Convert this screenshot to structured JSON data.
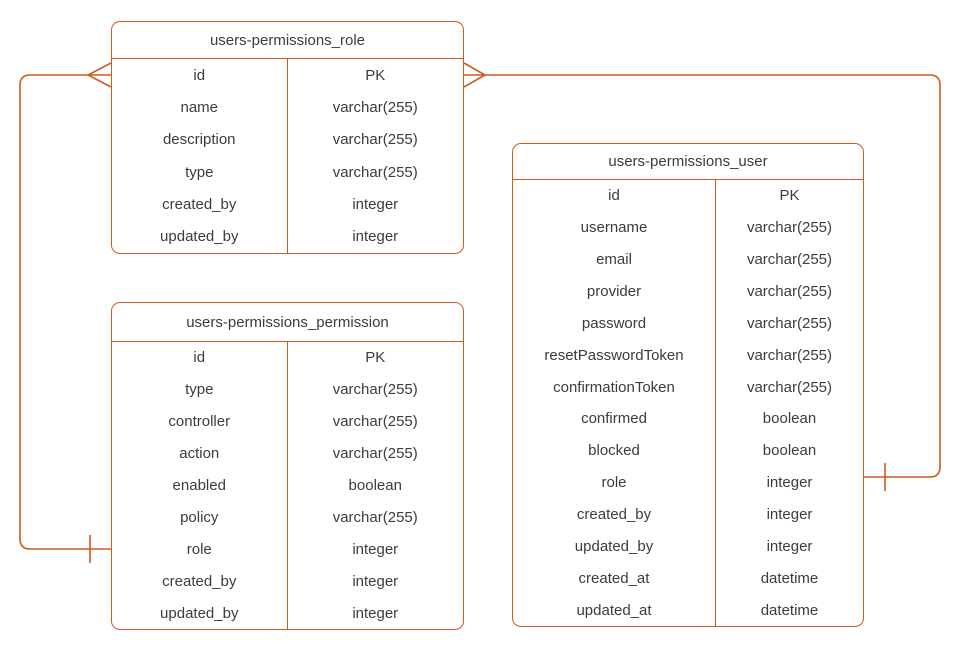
{
  "diagram": {
    "type": "entity-relationship",
    "colors": {
      "stroke": "#CC5B1F",
      "text": "#3C3C3C",
      "background": "#FFFFFF"
    },
    "tables": [
      {
        "title": "users-permissions_role",
        "fields": [
          {
            "name": "id",
            "type": "PK"
          },
          {
            "name": "name",
            "type": "varchar(255)"
          },
          {
            "name": "description",
            "type": "varchar(255)"
          },
          {
            "name": "type",
            "type": "varchar(255)"
          },
          {
            "name": "created_by",
            "type": "integer"
          },
          {
            "name": "updated_by",
            "type": "integer"
          }
        ]
      },
      {
        "title": "users-permissions_permission",
        "fields": [
          {
            "name": "id",
            "type": "PK"
          },
          {
            "name": "type",
            "type": "varchar(255)"
          },
          {
            "name": "controller",
            "type": "varchar(255)"
          },
          {
            "name": "action",
            "type": "varchar(255)"
          },
          {
            "name": "enabled",
            "type": "boolean"
          },
          {
            "name": "policy",
            "type": "varchar(255)"
          },
          {
            "name": "role",
            "type": "integer"
          },
          {
            "name": "created_by",
            "type": "integer"
          },
          {
            "name": "updated_by",
            "type": "integer"
          }
        ]
      },
      {
        "title": "users-permissions_user",
        "fields": [
          {
            "name": "id",
            "type": "PK"
          },
          {
            "name": "username",
            "type": "varchar(255)"
          },
          {
            "name": "email",
            "type": "varchar(255)"
          },
          {
            "name": "provider",
            "type": "varchar(255)"
          },
          {
            "name": "password",
            "type": "varchar(255)"
          },
          {
            "name": "resetPasswordToken",
            "type": "varchar(255)"
          },
          {
            "name": "confirmationToken",
            "type": "varchar(255)"
          },
          {
            "name": "confirmed",
            "type": "boolean"
          },
          {
            "name": "blocked",
            "type": "boolean"
          },
          {
            "name": "role",
            "type": "integer"
          },
          {
            "name": "created_by",
            "type": "integer"
          },
          {
            "name": "updated_by",
            "type": "integer"
          },
          {
            "name": "created_at",
            "type": "datetime"
          },
          {
            "name": "updated_at",
            "type": "datetime"
          }
        ]
      }
    ],
    "relationships": [
      {
        "from_table": "users-permissions_role",
        "from_field": "id",
        "from_cardinality": "many",
        "to_table": "users-permissions_permission",
        "to_field": "role",
        "to_cardinality": "one"
      },
      {
        "from_table": "users-permissions_role",
        "from_field": "id",
        "from_cardinality": "many",
        "to_table": "users-permissions_user",
        "to_field": "role",
        "to_cardinality": "one"
      }
    ]
  }
}
